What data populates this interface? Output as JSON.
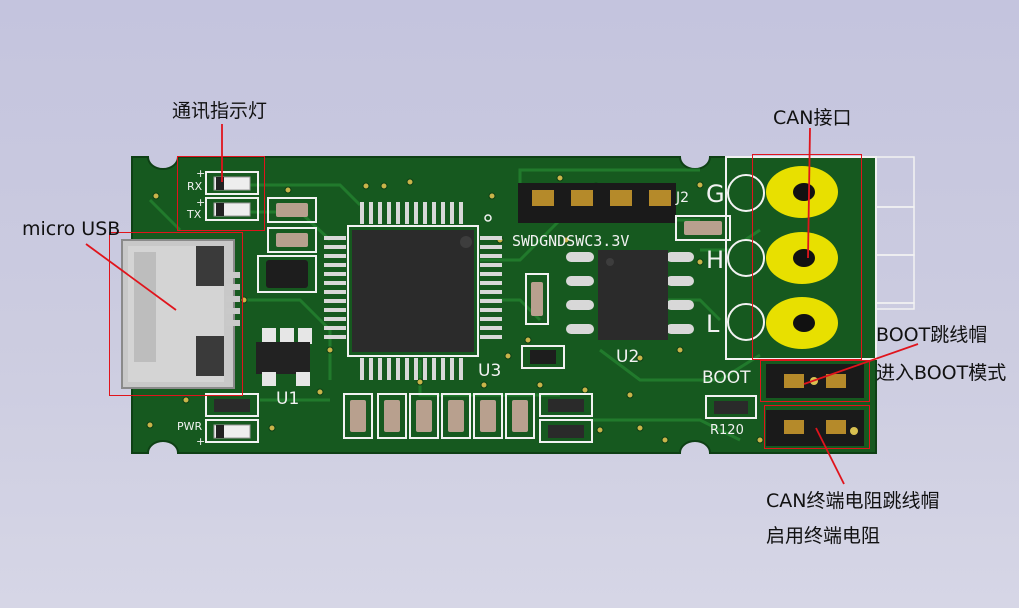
{
  "colors": {
    "board": "#16591f",
    "trace": "#1f7a2c",
    "silk": "#f2f2f2",
    "callout_line": "#e0141c",
    "pad_gold": "#e8e000"
  },
  "callouts": {
    "led": "通讯指示灯",
    "usb": "micro USB",
    "can": "CAN接口",
    "boot_title": "BOOT跳线帽",
    "boot_desc": "进入BOOT模式",
    "term_title": "CAN终端电阻跳线帽",
    "term_desc": "启用终端电阻"
  },
  "silkscreen": {
    "rx": "RX",
    "tx": "TX",
    "pwr": "PWR",
    "plus": "+",
    "header": "SWDGNDSWC3.3V",
    "j2": "J2",
    "u1": "U1",
    "u2": "U2",
    "u3": "U3",
    "boot": "BOOT",
    "r120": "R120",
    "g": "G",
    "h": "H",
    "l": "L"
  }
}
